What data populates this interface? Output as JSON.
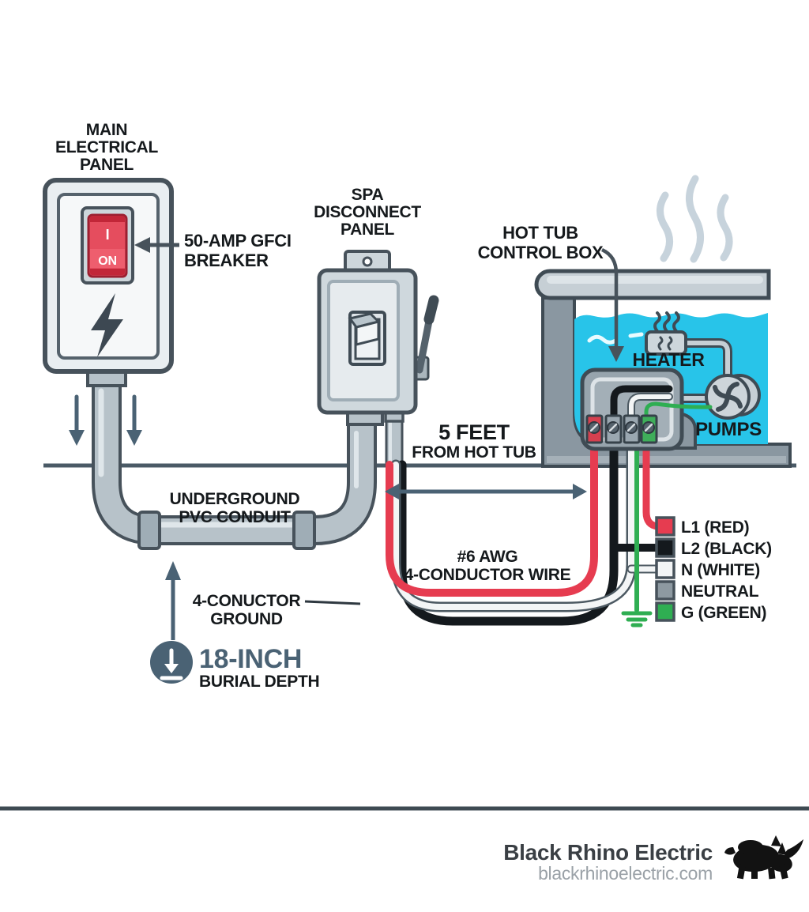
{
  "colors": {
    "water": "#28c4e9",
    "outline": "#3f4b54",
    "accent_slate": "#4a6274",
    "wire_red": "#e63c50",
    "wire_black": "#14191d",
    "wire_white": "#f3f5f6",
    "wire_green": "#2fae52",
    "breaker_red": "#e54d5e"
  },
  "labels": {
    "main_panel": [
      "MAIN",
      "ELECTRICAL",
      "PANEL"
    ],
    "breaker_callout": [
      "50-AMP GFCI",
      "BREAKER"
    ],
    "breaker_switch_top": "I",
    "breaker_switch_on": "ON",
    "disconnect_panel": [
      "SPA",
      "DISCONNECT",
      "PANEL"
    ],
    "control_box": [
      "HOT TUB",
      "CONTROL BOX"
    ],
    "heater": "HEATER",
    "pumps": "PUMPS",
    "distance": [
      "5 FEET",
      "FROM HOT TUB"
    ],
    "conduit": [
      "UNDERGROUND",
      "PVC CONDUIT"
    ],
    "wire_spec": [
      "#6 AWG",
      "4-CONDUCTOR WIRE"
    ],
    "ground_callout": [
      "4-CONUCTOR",
      "GROUND"
    ],
    "burial_value": "18-INCH",
    "burial_caption": "BURIAL DEPTH"
  },
  "legend": {
    "items": [
      {
        "label": "L1 (RED)",
        "color": "#e63c50"
      },
      {
        "label": "L2 (BLACK)",
        "color": "#14191d"
      },
      {
        "label": "N (WHITE)",
        "color": "#f3f5f6"
      },
      {
        "label": "NEUTRAL",
        "color": "#8d99a1"
      },
      {
        "label": "G (GREEN)",
        "color": "#2fae52"
      }
    ]
  },
  "footer": {
    "brand": "Black Rhino Electric",
    "website": "blackrhinoelectric.com"
  }
}
